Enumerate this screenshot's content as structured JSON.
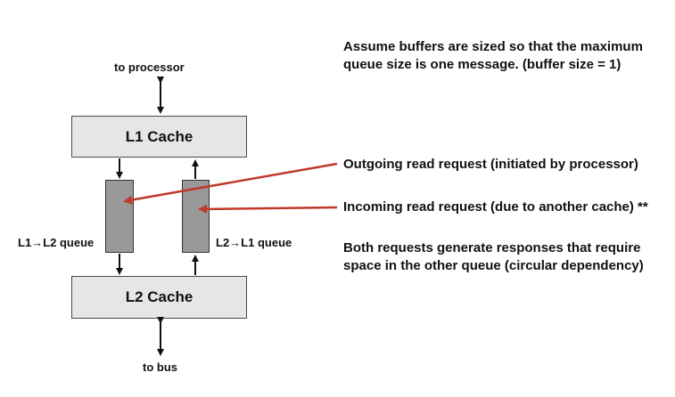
{
  "labels": {
    "to_processor": "to processor",
    "to_bus": "to bus",
    "l1_cache": "L1 Cache",
    "l2_cache": "L2 Cache",
    "l1_l2_queue": "L1→L2 queue",
    "l2_l1_queue": "L2→L1 queue"
  },
  "notes": {
    "assume_line1": "Assume buffers are sized so that the maximum",
    "assume_line2": "queue size is one message.  (buffer size = 1)",
    "outgoing": "Outgoing read request (initiated by processor)",
    "incoming": "Incoming read request (due to another cache) **",
    "both_line1": "Both requests generate responses that require",
    "both_line2": "space in the other queue (circular dependency)"
  },
  "colors": {
    "accent_arrow": "#c0392b",
    "box_fill": "#e6e6e6",
    "queue_fill": "#999999"
  }
}
